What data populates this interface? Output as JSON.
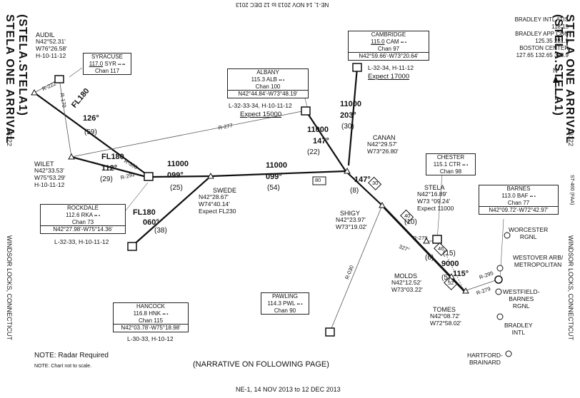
{
  "header_flipped": "NE-1, 14 NOV 2013 to 12 DEC 2013",
  "footer_date": "NE-1, 14 NOV 2013 to 12 DEC 2013",
  "title_left": "STELA ONE ARRIVAL",
  "subtitle_left": "(STELA.STELA1)",
  "code_left": "13122",
  "title_right": "STELA ONE ARRIVAL",
  "subtitle_right": "(STELA.STELA1)",
  "code_right": "13122",
  "side_bottom_left": "WINDSOR LOCKS, CONNECTICUT",
  "side_bottom_right": "WINDSOR LOCKS, CONNECTICUT",
  "side_faa": "ST-460 (FAA)",
  "comms": {
    "atis_label": "BRADLEY INTL ATIS",
    "atis_freq": "118.15",
    "app_label": "BRADLEY APP CON",
    "app_freq": "125.35  281.5",
    "center_label": "BOSTON CENTER",
    "center_freq": "127.65  132.65  398.9"
  },
  "north": "N",
  "notes": {
    "radar": "NOTE: Radar Required",
    "scale": "NOTE: Chart not to scale."
  },
  "narrative": "(NARRATIVE ON FOLLOWING PAGE)",
  "fixes": {
    "audil": {
      "name": "AUDIL",
      "l1": "N42°52.31'",
      "l2": "W76°26.58'",
      "l3": "H-10-11-12"
    },
    "wilet": {
      "name": "WILET",
      "l1": "N42°33.53'",
      "l2": "W75°53.29'",
      "l3": "H-10-11-12"
    },
    "swede": {
      "name": "SWEDE",
      "l1": "N42°28.67'",
      "l2": "W74°40.14'",
      "l3": "Expect FL230"
    },
    "canan": {
      "name": "CANAN",
      "l1": "N42°29.57'",
      "l2": "W73°26.80'"
    },
    "shigy": {
      "name": "SHIGY",
      "l1": "N42°23.97'",
      "l2": "W73°19.02'"
    },
    "stela": {
      "name": "STELA",
      "l1": "N42°16.89'",
      "l2": "W73 °09.24'",
      "l3": "Expect 11000"
    },
    "molds": {
      "name": "MOLDS",
      "l1": "N42°12.52'",
      "l2": "W73°03.22'"
    },
    "tomes": {
      "name": "TOMES",
      "l1": "N42°08.72'",
      "l2": "W72°58.02'"
    }
  },
  "navaids": {
    "syracuse": {
      "name": "SYRACUSE",
      "freq": "117.0",
      "ident": "SYR",
      "chan": "Chan 117"
    },
    "albany": {
      "name": "ALBANY",
      "freq": "115.3",
      "ident": "ALB",
      "chan": "Chan 100",
      "coords": "N42°44.84'-W73°48.19'",
      "charts": "L-32-33-34, H-10-11-12",
      "expect": "Expect 15000"
    },
    "cambridge": {
      "name": "CAMBRIDGE",
      "freq": "115.0",
      "ident": "CAM",
      "chan": "Chan 97",
      "coords": "N42°59.66'-W73°20.64'",
      "charts": "L-32-34, H-11-12",
      "expect": "Expect 17000"
    },
    "rockdale": {
      "name": "ROCKDALE",
      "freq": "112.6",
      "ident": "RKA",
      "chan": "Chan 73",
      "coords": "N42°27.98'-W75°14.36'",
      "charts": "L-32-33, H-10-11-12"
    },
    "hancock": {
      "name": "HANCOCK",
      "freq": "116.8",
      "ident": "HNK",
      "chan": "Chan 115",
      "coords": "N42°03.78'-W75°18.98'",
      "charts": "L-30-33, H-10-12"
    },
    "chester": {
      "name": "CHESTER",
      "freq": "115.1",
      "ident": "CTR",
      "chan": "Chan 98"
    },
    "barnes": {
      "name": "BARNES",
      "freq": "113.0",
      "ident": "BAF",
      "chan": "Chan 77",
      "coords": "N42°09.72'-W72°42.97'"
    },
    "pawling": {
      "name": "PAWLING",
      "freq": "114.3",
      "ident": "PWL",
      "chan": "Chan 90"
    }
  },
  "airports": {
    "worcester": [
      "WORCESTER",
      "RGNL"
    ],
    "westover": [
      "WESTOVER ARB/",
      "METROPOLITAN"
    ],
    "westfield": [
      "WESTFIELD-",
      "BARNES",
      "RGNL"
    ],
    "bradley": [
      "BRADLEY",
      "INTL"
    ],
    "hartford": [
      "HARTFORD-",
      "BRAINARD"
    ]
  },
  "routes": {
    "audil_fl": "FL180",
    "audil_crs": "126°",
    "audil_dist": "(59)",
    "wilet_fl": "FL180",
    "wilet_crs": "112°",
    "wilet_dist": "(29)",
    "rka_alt": "11000",
    "rka_crs": "099°",
    "rka_dist": "(25)",
    "swede_alt": "11000",
    "swede_crs": "099°",
    "swede_dist": "(54)",
    "alb_alt": "11000",
    "alb_crs": "147°",
    "alb_dist": "(22)",
    "cam_alt": "11000",
    "cam_crs": "203°",
    "cam_dist": "(30)",
    "hnk_fl": "FL180",
    "hnk_crs": "060°",
    "hnk_dist": "(38)",
    "canan_crs": "147°",
    "canan_dist": "(8)",
    "shigy_dist": "(10)",
    "molds_dist": "(6)",
    "tomes_alt": "9000",
    "tomes_crs": "115°",
    "tomes_dist": "(15)",
    "mea_80": "80",
    "mea_30": "30",
    "mea_40": "40",
    "mea_46": "46",
    "mea_52": "52",
    "r222": "R-222",
    "r170": "R-170",
    "r277": "R-277",
    "r306": "R-306",
    "r292": "R-292",
    "r030": "R-030",
    "r279a": "R-279",
    "r279b": "R-279",
    "r295": "R-295",
    "r327": "327°",
    "d5": "(5)"
  }
}
